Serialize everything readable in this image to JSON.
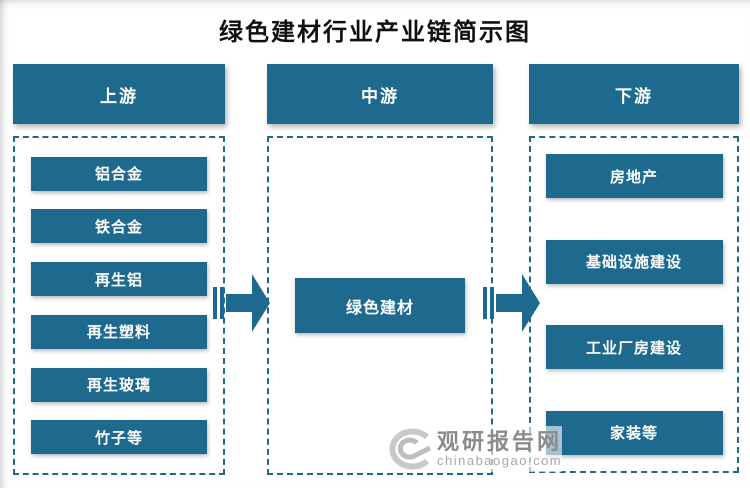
{
  "title": "绿色建材行业产业链简示图",
  "colors": {
    "primary": "#1e6a8f",
    "box_text": "#ffffff",
    "title_text": "#111111",
    "watermark_gray": "#8b8b8b"
  },
  "columns": [
    {
      "header": "上游",
      "items": [
        "铝合金",
        "铁合金",
        "再生铝",
        "再生塑料",
        "再生玻璃",
        "竹子等"
      ]
    },
    {
      "header": "中游",
      "items": [
        "绿色建材"
      ]
    },
    {
      "header": "下游",
      "items": [
        "房地产",
        "基础设施建设",
        "工业厂房建设",
        "家装等"
      ]
    }
  ],
  "watermark": {
    "name": "观研报告网",
    "url": "chinabaogao.com"
  }
}
